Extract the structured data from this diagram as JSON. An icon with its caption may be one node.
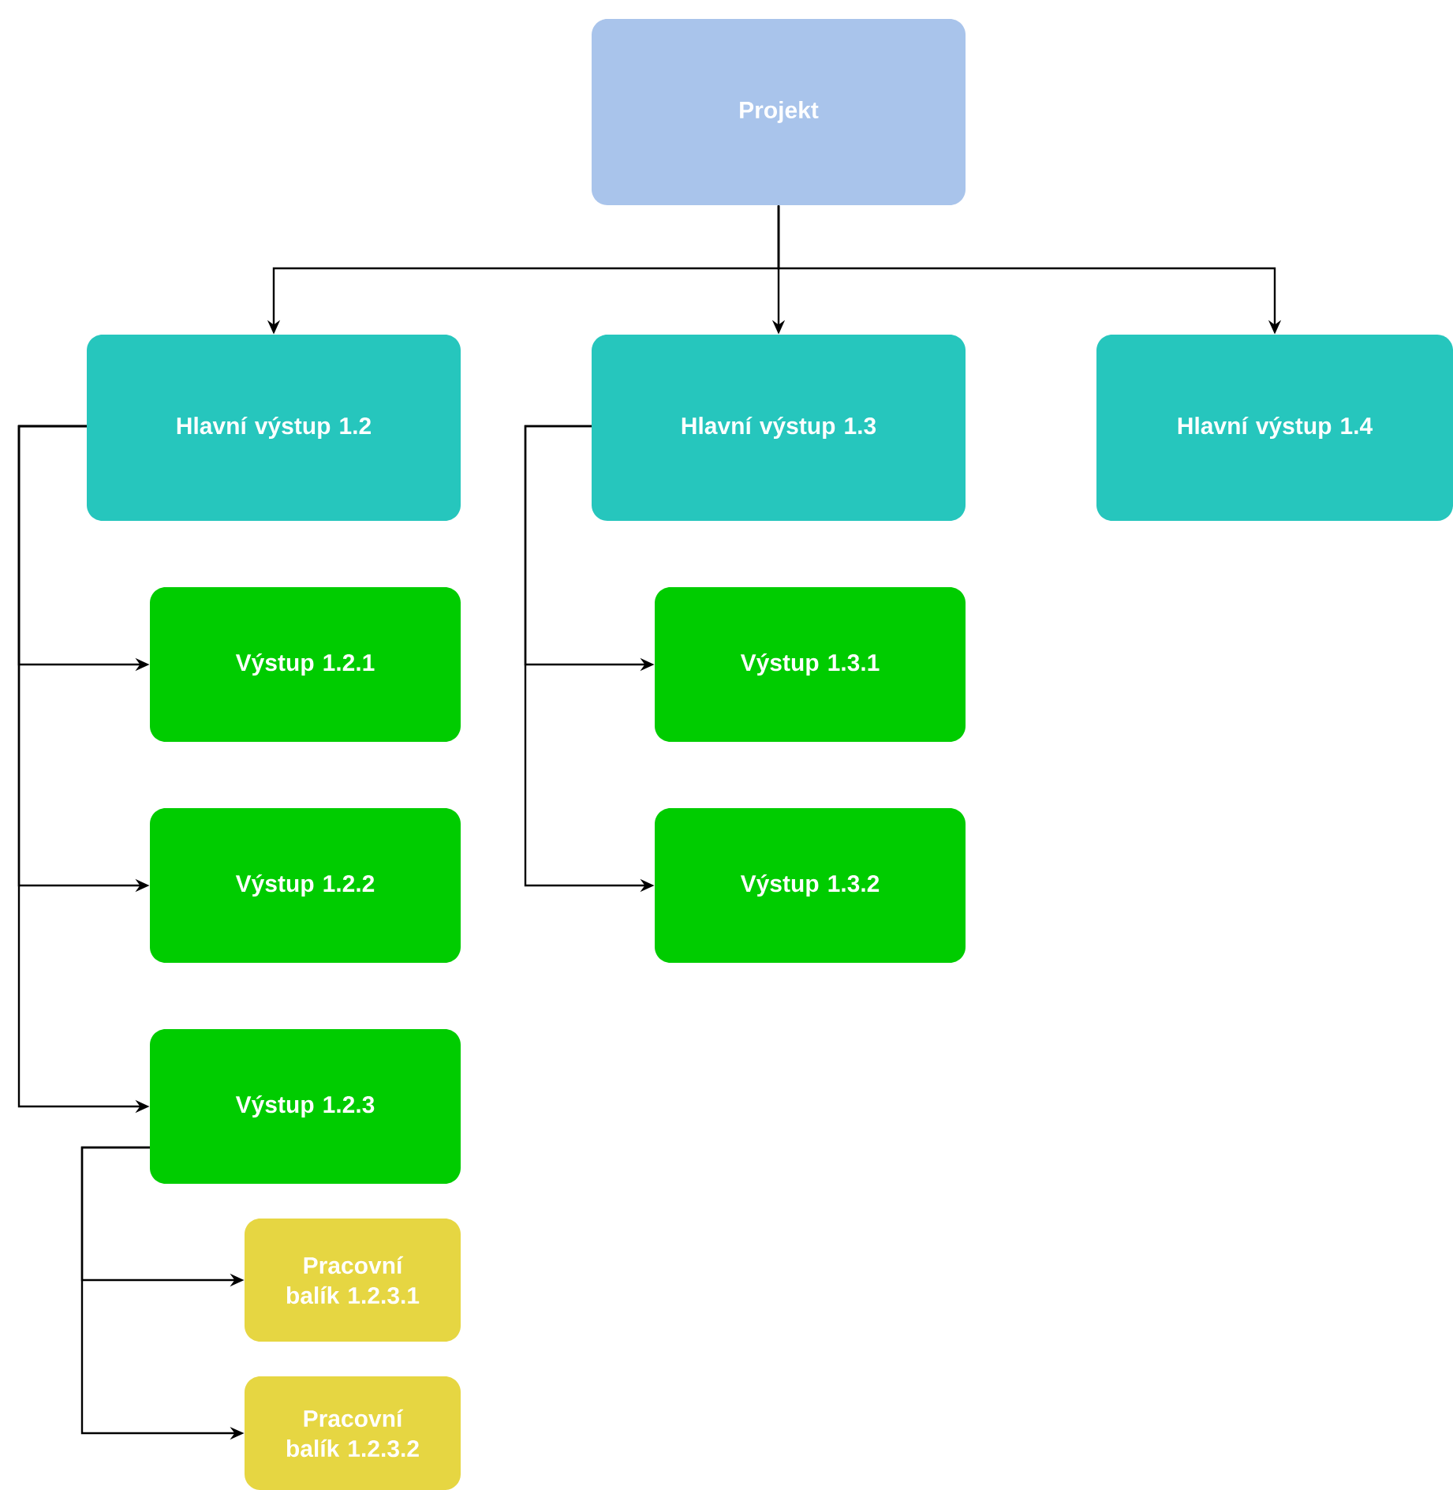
{
  "diagram": {
    "nodes": [
      {
        "text": [
          "Projekt"
        ]
      },
      {
        "text": [
          "Hlavní výstup 1.2"
        ]
      },
      {
        "text": [
          "Hlavní výstup 1.3"
        ]
      },
      {
        "text": [
          "Hlavní výstup 1.4"
        ]
      },
      {
        "text": [
          "Výstup 1.2.1"
        ]
      },
      {
        "text": [
          "Výstup 1.2.2"
        ]
      },
      {
        "text": [
          "Výstup 1.2.3"
        ]
      },
      {
        "text": [
          "Výstup 1.3.1"
        ]
      },
      {
        "text": [
          "Výstup 1.3.2"
        ]
      },
      {
        "text": [
          "Pracovní balík 1.2.3.1"
        ]
      },
      {
        "text": [
          "Pracovní balík 1.2.3.2"
        ]
      }
    ],
    "edges": [
      {
        "from": 0,
        "to": 1,
        "arrow": "to"
      },
      {
        "from": 0,
        "to": 2,
        "arrow": "to"
      },
      {
        "from": 0,
        "to": 3,
        "arrow": "to"
      },
      {
        "from": 1,
        "to": 4,
        "arrow": "to"
      },
      {
        "from": 1,
        "to": 5,
        "arrow": "to"
      },
      {
        "from": 1,
        "to": 6,
        "arrow": "to"
      },
      {
        "from": 2,
        "to": 7,
        "arrow": "to"
      },
      {
        "from": 2,
        "to": 8,
        "arrow": "to"
      },
      {
        "from": 6,
        "to": 9,
        "arrow": "to"
      },
      {
        "from": 6,
        "to": 10,
        "arrow": "to"
      }
    ]
  }
}
